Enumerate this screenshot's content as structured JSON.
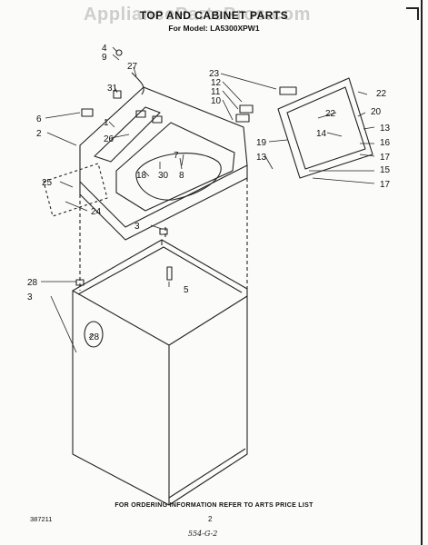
{
  "watermark": "AppliancePartsPros.com",
  "title": "TOP AND CABINET PARTS",
  "subtitle": "For Model: LA5300XPW1",
  "callouts": [
    "4",
    "9",
    "27",
    "31",
    "1",
    "6",
    "2",
    "26",
    "25",
    "24",
    "18",
    "30",
    "8",
    "7",
    "23",
    "12",
    "11",
    "10",
    "22",
    "22",
    "20",
    "13",
    "14",
    "19",
    "13",
    "16",
    "17",
    "15",
    "17",
    "3",
    "28",
    "3",
    "5",
    "28"
  ],
  "footer": {
    "order_info": "FOR ORDERING INFORMATION REFER TO   ARTS PRICE LIST",
    "code": "387211",
    "page": "2",
    "handwritten": "554-G-2"
  }
}
